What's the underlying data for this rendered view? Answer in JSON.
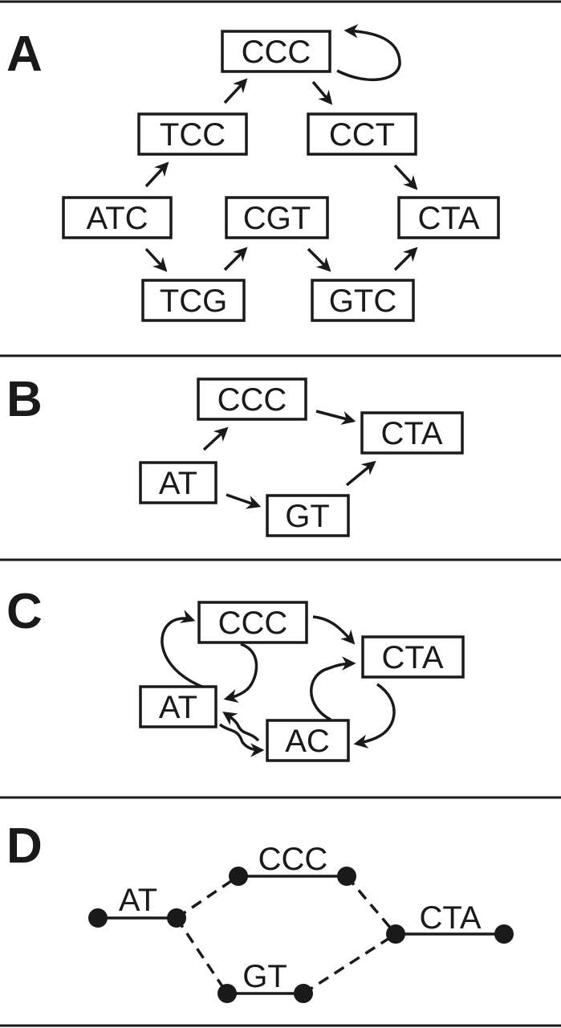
{
  "colors": {
    "ink": "#1a1a1a",
    "background": "#ffffff"
  },
  "panels": [
    {
      "letter": "A",
      "nodes": [
        "CCC",
        "TCC",
        "CCT",
        "ATC",
        "CGT",
        "CTA",
        "TCG",
        "GTC"
      ],
      "edges": [
        [
          "ATC",
          "TCC"
        ],
        [
          "TCC",
          "CCC"
        ],
        [
          "CCC",
          "CCC"
        ],
        [
          "CCC",
          "CCT"
        ],
        [
          "CCT",
          "CTA"
        ],
        [
          "ATC",
          "TCG"
        ],
        [
          "TCG",
          "CGT"
        ],
        [
          "CGT",
          "GTC"
        ],
        [
          "GTC",
          "CTA"
        ]
      ]
    },
    {
      "letter": "B",
      "nodes": [
        "CCC",
        "CTA",
        "AT",
        "GT"
      ],
      "edges": [
        [
          "AT",
          "CCC"
        ],
        [
          "CCC",
          "CTA"
        ],
        [
          "AT",
          "GT"
        ],
        [
          "GT",
          "CTA"
        ]
      ]
    },
    {
      "letter": "C",
      "nodes": [
        "CCC",
        "CTA",
        "AT",
        "AC"
      ],
      "edges": [
        [
          "AT",
          "CCC"
        ],
        [
          "CCC",
          "AT"
        ],
        [
          "CCC",
          "CTA"
        ],
        [
          "AC",
          "CTA"
        ],
        [
          "CTA",
          "AC"
        ],
        [
          "AC",
          "AT"
        ],
        [
          "AT",
          "AC"
        ]
      ]
    },
    {
      "letter": "D",
      "segments": [
        "AT",
        "CCC",
        "GT",
        "CTA"
      ]
    }
  ]
}
